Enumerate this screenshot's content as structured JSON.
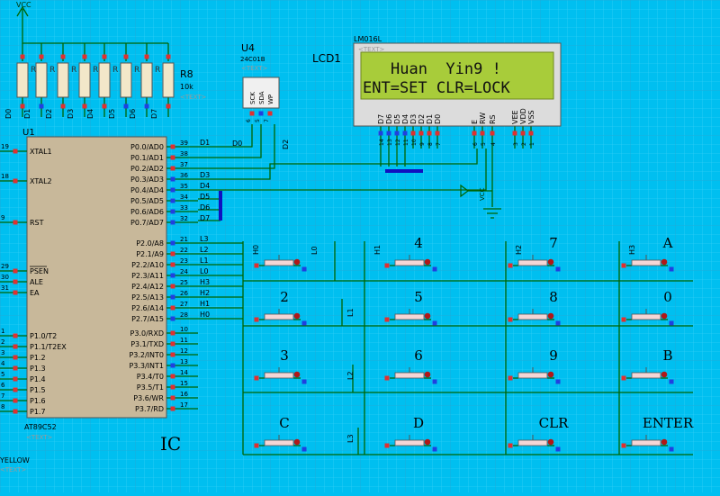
{
  "vcc": "VCC",
  "resistor_pack": {
    "ref": "R8",
    "value": "10k",
    "text": "<TEXT>",
    "rails": [
      "D0",
      "D1",
      "D2",
      "D3",
      "D4",
      "D5",
      "D6",
      "D7"
    ],
    "r_labels": [
      "R",
      "R",
      "R",
      "R",
      "R",
      "R",
      "R"
    ]
  },
  "eeprom": {
    "ref": "U4",
    "part": "24C01B",
    "text": "<TEXT>",
    "pins": [
      "SCK",
      "SDA",
      "WP"
    ],
    "pin_nums": [
      "6",
      "5",
      "7"
    ]
  },
  "lcd": {
    "ref": "LCD1",
    "part": "LM016L",
    "text": "<TEXT>",
    "line1": "Huan  Yin9 !",
    "line2": "ENT=SET CLR=LOCK",
    "data_pins": [
      "D7",
      "D6",
      "D5",
      "D4",
      "D3",
      "D2",
      "D1",
      "D0"
    ],
    "ctrl_pins": [
      "E",
      "RW",
      "RS"
    ],
    "pwr_pins": [
      "VEE",
      "VDD",
      "VSS"
    ],
    "data_nums": [
      "14",
      "13",
      "12",
      "11",
      "10",
      "9",
      "8",
      "7"
    ],
    "ctrl_nums": [
      "6",
      "5",
      "4"
    ],
    "pwr_nums": [
      "3",
      "2",
      "1"
    ]
  },
  "mcu": {
    "ref": "U1",
    "part": "AT89C52",
    "text": "<TEXT>",
    "left": [
      {
        "num": "19",
        "name": "XTAL1"
      },
      {
        "num": "18",
        "name": "XTAL2"
      },
      {
        "num": "9",
        "name": "RST"
      },
      {
        "num": "29",
        "name": "PSEN"
      },
      {
        "num": "30",
        "name": "ALE"
      },
      {
        "num": "31",
        "name": "EA"
      },
      {
        "num": "1",
        "name": "P1.0/T2"
      },
      {
        "num": "2",
        "name": "P1.1/T2EX"
      },
      {
        "num": "3",
        "name": "P1.2"
      },
      {
        "num": "4",
        "name": "P1.3"
      },
      {
        "num": "5",
        "name": "P1.4"
      },
      {
        "num": "6",
        "name": "P1.5"
      },
      {
        "num": "7",
        "name": "P1.6"
      },
      {
        "num": "8",
        "name": "P1.7"
      }
    ],
    "right": [
      {
        "num": "39",
        "name": "P0.0/AD0",
        "net": "D1"
      },
      {
        "num": "38",
        "name": "P0.1/AD1",
        "net": ""
      },
      {
        "num": "37",
        "name": "P0.2/AD2",
        "net": ""
      },
      {
        "num": "36",
        "name": "P0.3/AD3",
        "net": "D3"
      },
      {
        "num": "35",
        "name": "P0.4/AD4",
        "net": "D4"
      },
      {
        "num": "34",
        "name": "P0.5/AD5",
        "net": "D5"
      },
      {
        "num": "33",
        "name": "P0.6/AD6",
        "net": "D6"
      },
      {
        "num": "32",
        "name": "P0.7/AD7",
        "net": "D7"
      },
      {
        "num": "21",
        "name": "P2.0/A8",
        "net": "L3"
      },
      {
        "num": "22",
        "name": "P2.1/A9",
        "net": "L2"
      },
      {
        "num": "23",
        "name": "P2.2/A10",
        "net": "L1"
      },
      {
        "num": "24",
        "name": "P2.3/A11",
        "net": "L0"
      },
      {
        "num": "25",
        "name": "P2.4/A12",
        "net": "H3"
      },
      {
        "num": "26",
        "name": "P2.5/A13",
        "net": "H2"
      },
      {
        "num": "27",
        "name": "P2.6/A14",
        "net": "H1"
      },
      {
        "num": "28",
        "name": "P2.7/A15",
        "net": "H0"
      },
      {
        "num": "10",
        "name": "P3.0/RXD",
        "net": ""
      },
      {
        "num": "11",
        "name": "P3.1/TXD",
        "net": ""
      },
      {
        "num": "12",
        "name": "P3.2/INT0",
        "net": ""
      },
      {
        "num": "13",
        "name": "P3.3/INT1",
        "net": ""
      },
      {
        "num": "14",
        "name": "P3.4/T0",
        "net": ""
      },
      {
        "num": "15",
        "name": "P3.5/T1",
        "net": ""
      },
      {
        "num": "16",
        "name": "P3.6/WR",
        "net": ""
      },
      {
        "num": "17",
        "name": "P3.7/RD",
        "net": ""
      }
    ]
  },
  "nets": {
    "d0": "D0",
    "d2": "D2",
    "vcc_small": "VCC"
  },
  "caption": "IC",
  "yellow": "YELLOW",
  "text_tag": "<TEXT>",
  "keypad": {
    "cols": [
      "H0",
      "H1",
      "H2",
      "H3"
    ],
    "rows": [
      "L0",
      "L1",
      "L2",
      "L3"
    ],
    "labels": [
      [
        "",
        "4",
        "7",
        "A"
      ],
      [
        "2",
        "5",
        "8",
        "0"
      ],
      [
        "3",
        "6",
        "9",
        "B"
      ],
      [
        "C",
        "D",
        "CLR",
        "ENTER"
      ]
    ]
  }
}
